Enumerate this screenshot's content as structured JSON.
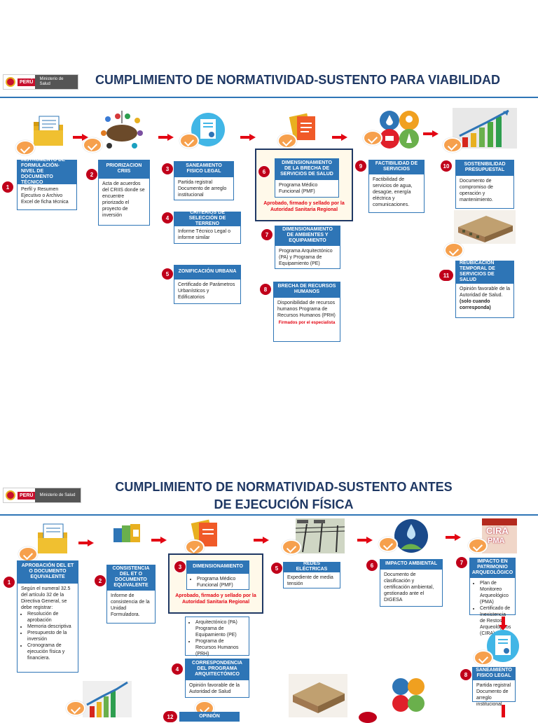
{
  "logo": {
    "peru": "PERÚ",
    "ministerio": "Ministerio de Salud"
  },
  "slide1": {
    "title": "CUMPLIMIENTO DE NORMATIVIDAD-SUSTENTO PARA VIABILIDAD",
    "steps": [
      {
        "n": "1",
        "header": "INSTRUMENTO DE FORMULACIÓN- NIVEL DE DOCUMENTO TÉCNICO",
        "body": "Perfil y Resumen Ejecutivo o Archivo Excel de ficha técnica"
      },
      {
        "n": "2",
        "header": "PRIORIZACION CRIIS",
        "body": "Acta de acuerdos del CRIIS donde se encuentre priorizado el proyecto de inversión"
      },
      {
        "n": "3",
        "header": "SANEAMIENTO FISICO LEGAL",
        "body": "Partida registral Documento de arreglo institucional"
      },
      {
        "n": "4",
        "header": "CRITERIOS DE SELECCIÓN DE TERRENO",
        "body": "Informe Técnico Legal o informe similar"
      },
      {
        "n": "5",
        "header": "ZONIFICACIÓN URBANA",
        "body": "Certificado de Parámetros Urbanísticos y Edificatorios"
      },
      {
        "n": "6",
        "header": "DIMENSIONAMIENTO DE LA BRECHA DE SERVICIOS DE SALUD",
        "body": "Programa Médico Funcional (PMF)",
        "note": "Aprobado, firmado y sellado por la Autoridad Sanitaria Regional"
      },
      {
        "n": "7",
        "header": "DIMENSIONAMIENTO DE AMBIENTES Y EQUIPAMIENTO",
        "body": "Programa Arquitectónico (PA) y Programa de Equipamiento (PE)"
      },
      {
        "n": "8",
        "header": "BRECHA DE RECURSOS HUMANOS",
        "body": "Disponibilidad de recursos humanos Programa de Recursos Humanos (PRH)",
        "note": "Firmados por el especialista"
      },
      {
        "n": "9",
        "header": "FACTIBILIDAD DE SERVICIOS",
        "body": "Factibilidad de servicios de agua, desagüe, energía eléctrica y comunicaciones."
      },
      {
        "n": "10",
        "header": "SOSTENIBILIDAD PRESUPUESTAL",
        "body": "Documento de compromiso de operación y mantenimiento."
      },
      {
        "n": "11",
        "header": "REUBICACIÓN TEMPORAL DE SERVICIOS DE SALUD",
        "body": "Opinión favorable de la Autoridad de Salud.",
        "bold": "(solo cuando corresponda)"
      }
    ]
  },
  "slide2": {
    "title1": "CUMPLIMIENTO DE NORMATIVIDAD-SUSTENTO ANTES",
    "title2": "DE EJECUCIÓN FÍSICA",
    "s1": {
      "n": "1",
      "header": "APROBACIÓN DEL ET O DOCUMENTO EQUIVALENTE",
      "intro": "Según el numeral 32.5 del artículo 32 de la Directiva General, se debe registrar:",
      "items": [
        "Resolución de aprobación",
        "Memoria descriptiva",
        "Presupuesto de la inversión",
        "Cronograma de ejecución física y financiera."
      ]
    },
    "s2": {
      "n": "2",
      "header": "CONSISTENCIA DEL ET O DOCUMENTO EQUIVALENTE",
      "body": "Informe de consistencia de la Unidad Formuladora."
    },
    "s3": {
      "n": "3",
      "header": "DIMENSIONAMIENTO",
      "item": "Programa Médico Funcional (PMF)",
      "note": "Aprobado, firmado y sellado por la Autoridad Sanitaria Regional",
      "extra": [
        "Arquitectónico (PA) Programa de Equipamiento (PE)",
        "Programa de Recursos Humanos (PRH)"
      ]
    },
    "s4": {
      "n": "4",
      "header": "CORRESPONDENCIA DEL PROGRAMA ARQUITECTÓNICO",
      "body": "Opinión favorable de la Autoridad de Salud"
    },
    "s5": {
      "n": "5",
      "header": "REDES ELÉCTRICAS",
      "body": "Expediente de media tensión"
    },
    "s6": {
      "n": "6",
      "header": "IMPACTO AMBIENTAL",
      "body": "Documento de clasificación y certificación ambiental, gestionado ante el DIGESA"
    },
    "s7": {
      "n": "7",
      "header": "IMPACTO EN PATRIMONIO ARQUEOLÓGICO",
      "items": [
        "Plan de Monitoreo Arqueológico (PMA)",
        "Certificado de Inexistencia de Restos Arqueológicos (CIRA)"
      ]
    },
    "s8": {
      "n": "8",
      "header": "SANEAMIENTO FISICO LEGAL",
      "body": "Partida registral Documento de arreglo institucional"
    },
    "s12": {
      "n": "12",
      "header": "OPINIÓN"
    },
    "cira": {
      "a": "CIRA",
      "b": "PMA"
    }
  }
}
